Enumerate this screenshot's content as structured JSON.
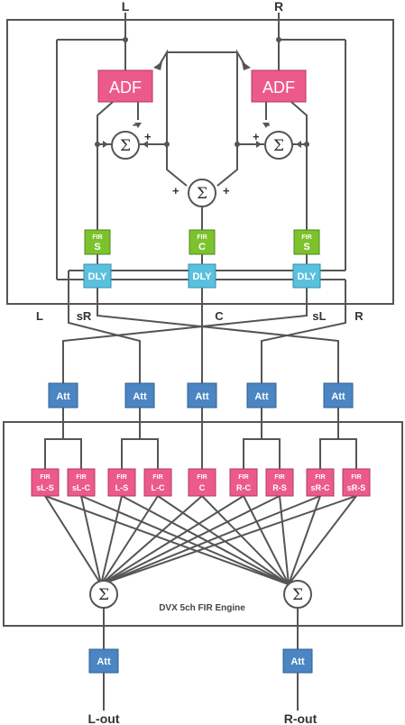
{
  "colors": {
    "line": "#555555",
    "adf": "#ec5a8c",
    "fir_green": "#7cc22c",
    "dly": "#5bc0de",
    "att": "#4b86c3",
    "fir_pink": "#ec5a8c",
    "engine_text": "#444444"
  },
  "inputs": {
    "left": "L",
    "right": "R"
  },
  "adf_label": "ADF",
  "sum_symbol": "Σ",
  "signs": {
    "plus": "+",
    "minus": "-"
  },
  "matrix_fir": [
    {
      "top": "FIR",
      "bottom": "S"
    },
    {
      "top": "FIR",
      "bottom": "C"
    },
    {
      "top": "FIR",
      "bottom": "S"
    }
  ],
  "dly_label": "DLY",
  "channel_labels": [
    "L",
    "sR",
    "C",
    "sL",
    "R"
  ],
  "att_label": "Att",
  "engine_fir": [
    {
      "top": "FIR",
      "bottom": "sL-S"
    },
    {
      "top": "FIR",
      "bottom": "sL-C"
    },
    {
      "top": "FIR",
      "bottom": "L-S"
    },
    {
      "top": "FIR",
      "bottom": "L-C"
    },
    {
      "top": "FIR",
      "bottom": "C"
    },
    {
      "top": "FIR",
      "bottom": "R-C"
    },
    {
      "top": "FIR",
      "bottom": "R-S"
    },
    {
      "top": "FIR",
      "bottom": "sR-C"
    },
    {
      "top": "FIR",
      "bottom": "sR-S"
    }
  ],
  "engine_label": "DVX 5ch FIR Engine",
  "outputs": {
    "left": "L-out",
    "right": "R-out"
  }
}
